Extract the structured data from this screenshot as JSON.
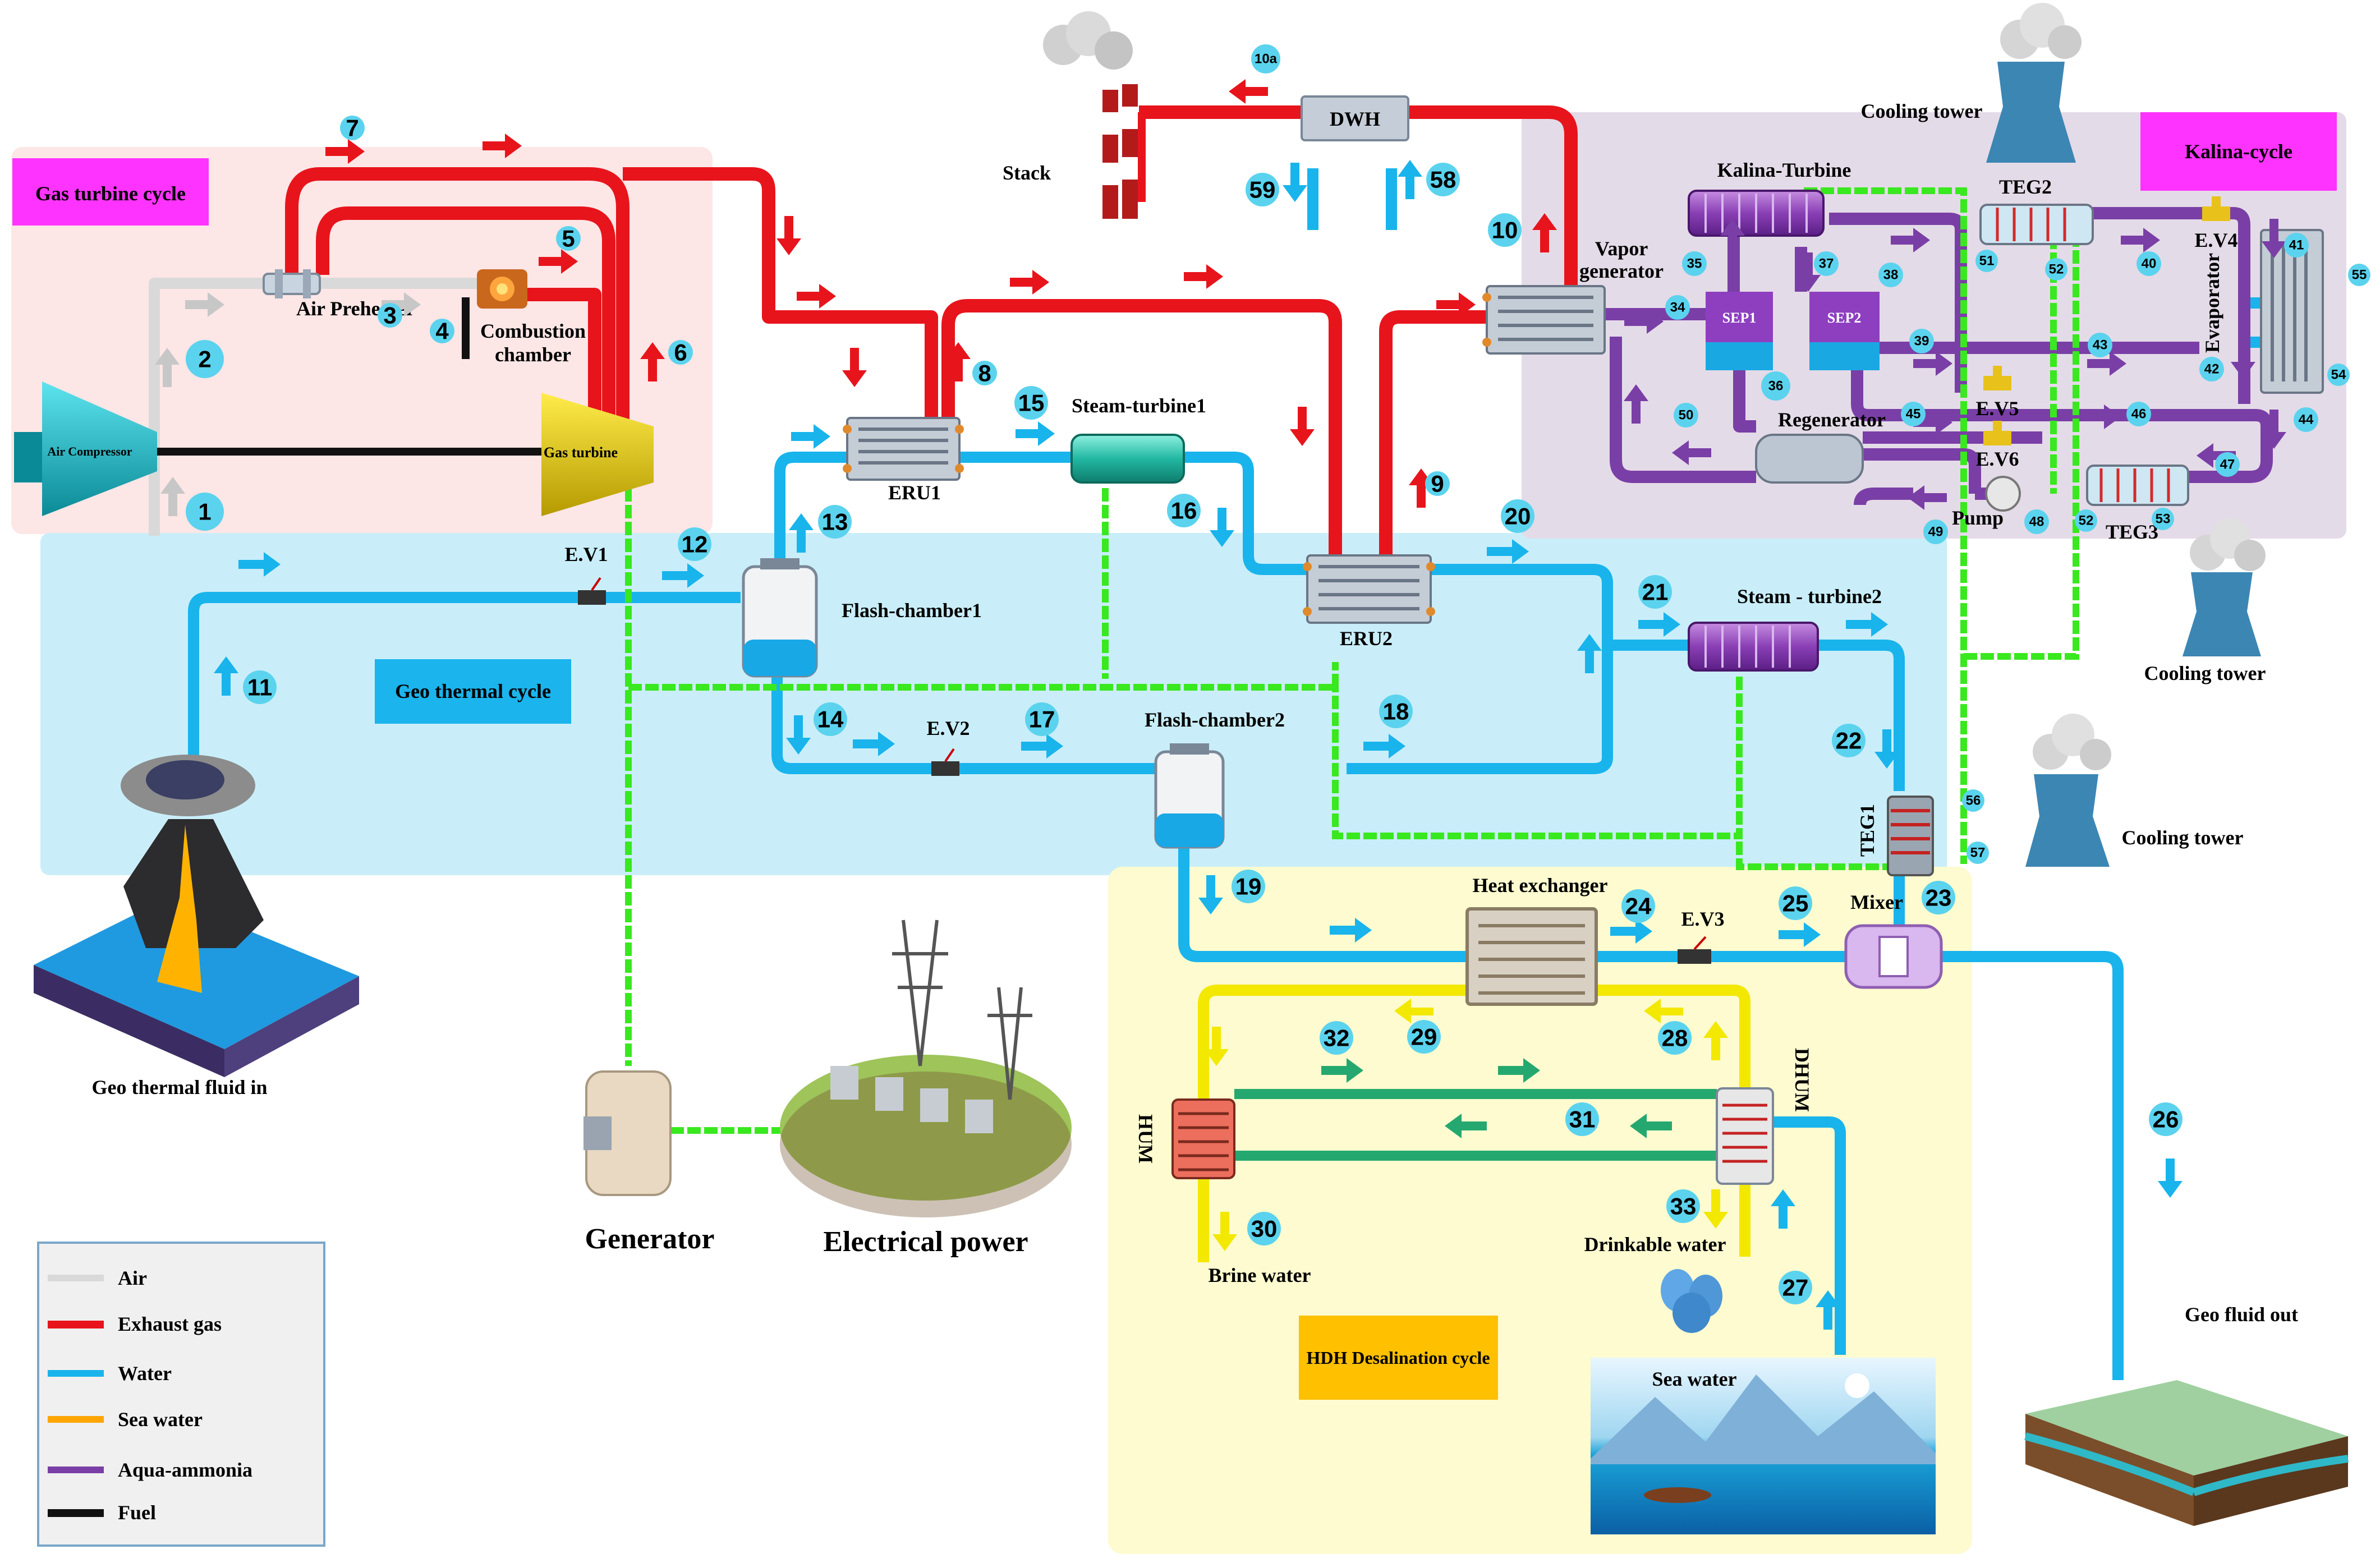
{
  "colors": {
    "air": "#d9d9d9",
    "exhaust": "#e8141c",
    "water": "#19b4ec",
    "sea_water": "#ffa500",
    "aqua_ammonia": "#7a3fa6",
    "fuel": "#111111",
    "sea_line": "#f3e800",
    "hum_line": "#25a86f",
    "electric": "#39e81f",
    "badge": "#5bd3ee",
    "gas_region": "#fde6e6",
    "geo_region": "#c9eef9",
    "kalina_region": "#e4dbe8",
    "hdh_region": "#fdfbcf",
    "magenta_tag": "#ff33ff",
    "blue_tag": "#1bb4ec",
    "orange_tag": "#ffc000"
  },
  "regions": {
    "gas_turbine": "Gas turbine cycle",
    "geothermal": "Geo thermal cycle",
    "kalina": "Kalina-cycle",
    "hdh": "HDH Desalination cycle"
  },
  "labels": {
    "air_compressor": "Air Compressor",
    "gas_turbine": "Gas turbine",
    "air_preheater": "Air Preheater",
    "combustion_chamber_1": "Combustion",
    "combustion_chamber_2": "chamber",
    "stack": "Stack",
    "dwh": "DWH",
    "eru1": "ERU1",
    "eru2": "ERU2",
    "steam_turbine1": "Steam-turbine1",
    "steam_turbine2": "Steam - turbine2",
    "flash_chamber1": "Flash-chamber1",
    "flash_chamber2": "Flash-chamber2",
    "ev1": "E.V1",
    "ev2": "E.V2",
    "ev3": "E.V3",
    "ev4": "E.V4",
    "ev5": "E.V5",
    "ev6": "E.V6",
    "kalina_turbine": "Kalina-Turbine",
    "vapor_generator_1": "Vapor",
    "vapor_generator_2": "generator",
    "sep1": "SEP1",
    "sep2": "SEP2",
    "regenerator": "Regenerator",
    "teg1": "TEG1",
    "teg2": "TEG2",
    "teg3": "TEG3",
    "pump": "Pump",
    "evaporator": "Evaporator",
    "cooling_tower": "Cooling tower",
    "heat_exchanger": "Heat exchanger",
    "mixer": "Mixer",
    "hum": "HUM",
    "dhum": "DHUM",
    "brine_water": "Brine water",
    "drinkable_water": "Drinkable water",
    "sea_water": "Sea water",
    "geo_fluid_in": "Geo thermal  fluid in",
    "geo_fluid_out": "Geo fluid out",
    "generator": "Generator",
    "electrical_power": "Electrical power"
  },
  "legend": [
    {
      "label": "Air",
      "color": "#d9d9d9"
    },
    {
      "label": "Exhaust gas",
      "color": "#e8141c"
    },
    {
      "label": "Water",
      "color": "#19b4ec"
    },
    {
      "label": "Sea water",
      "color": "#ffa500"
    },
    {
      "label": "Aqua-ammonia",
      "color": "#7a3fa6"
    },
    {
      "label": "Fuel",
      "color": "#111111"
    }
  ],
  "states": [
    "1",
    "2",
    "3",
    "4",
    "5",
    "6",
    "7",
    "8",
    "9",
    "10",
    "10a",
    "11",
    "12",
    "13",
    "14",
    "15",
    "16",
    "17",
    "18",
    "19",
    "20",
    "21",
    "22",
    "23",
    "24",
    "25",
    "26",
    "27",
    "28",
    "29",
    "30",
    "31",
    "32",
    "33",
    "34",
    "35",
    "36",
    "37",
    "38",
    "39",
    "40",
    "41",
    "42",
    "43",
    "44",
    "45",
    "46",
    "47",
    "48",
    "49",
    "50",
    "51",
    "52",
    "52",
    "53",
    "54",
    "55",
    "56",
    "57",
    "58",
    "59"
  ]
}
